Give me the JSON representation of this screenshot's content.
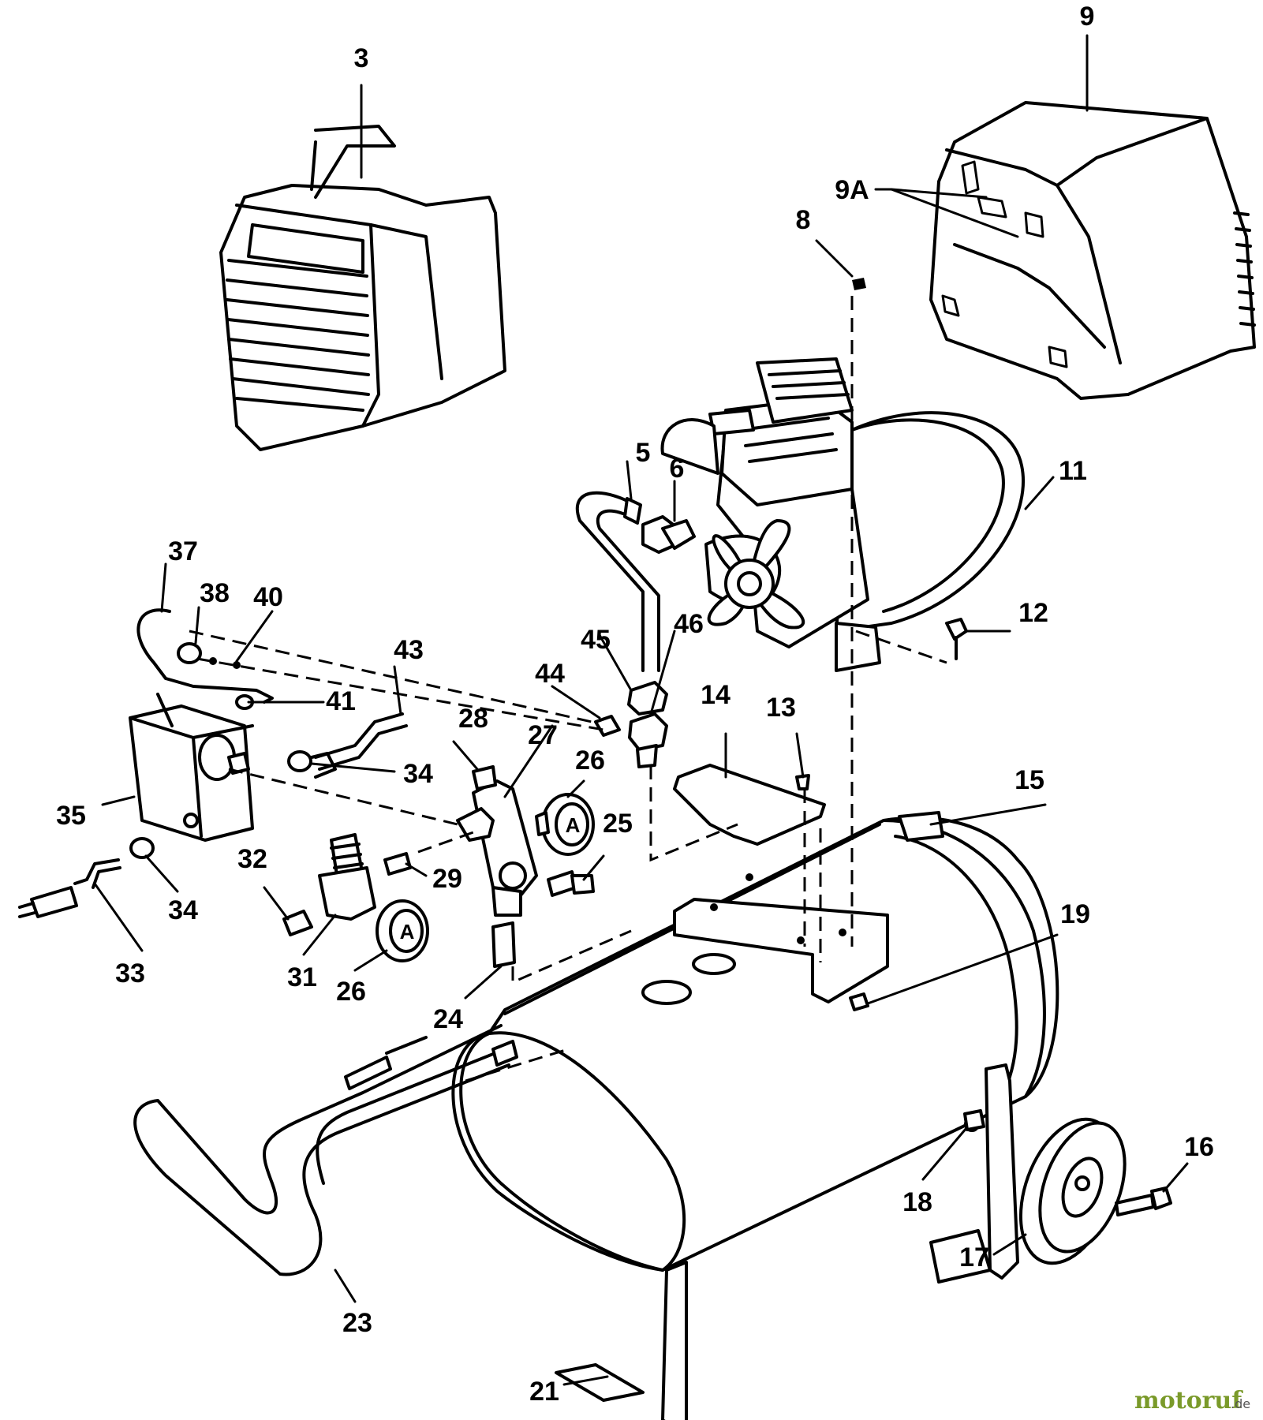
{
  "diagram": {
    "labels": {
      "p3": "3",
      "p9": "9",
      "p9a": "9A",
      "p8": "8",
      "p5": "5",
      "p6": "6",
      "p11": "11",
      "p37": "37",
      "p38": "38",
      "p40": "40",
      "p43": "43",
      "p45": "45",
      "p46": "46",
      "p44": "44",
      "p12": "12",
      "p14": "14",
      "p13": "13",
      "p41": "41",
      "p28": "28",
      "p27": "27",
      "p26a": "26",
      "p34a": "34",
      "p15": "15",
      "p35": "35",
      "p25": "25",
      "p32": "32",
      "p29": "29",
      "p34b": "34",
      "p19": "19",
      "p33": "33",
      "p31": "31",
      "p26b": "26",
      "p24": "24",
      "p16": "16",
      "p18": "18",
      "p17": "17",
      "p23": "23",
      "p21": "21"
    },
    "gauge_letter": "A",
    "watermark": {
      "text_main": "motoruf",
      "text_suffix": ".de",
      "color_main": "#7a9a2a",
      "color_dot": "#c0392b"
    }
  }
}
